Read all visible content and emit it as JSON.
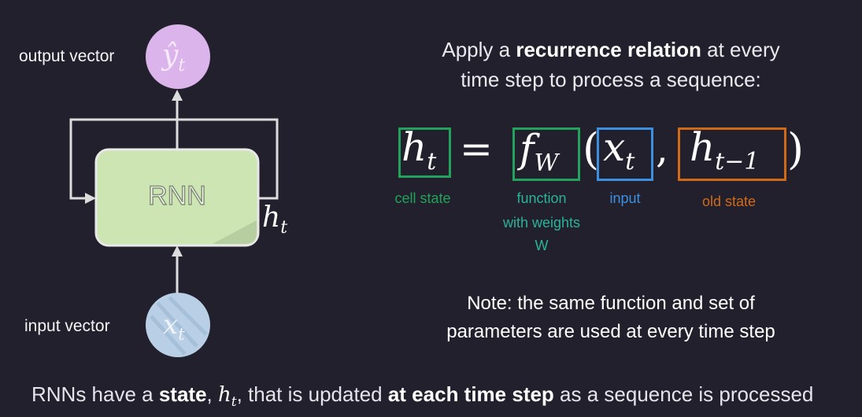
{
  "diagram": {
    "output_label": "output vector",
    "input_label": "input vector",
    "rnn_label": "RNN",
    "output_symbol": "ŷ",
    "output_sub": "t",
    "input_symbol": "x",
    "input_sub": "t",
    "state_symbol": "h",
    "state_sub": "t"
  },
  "heading": {
    "line1_pre": "Apply a ",
    "line1_bold": "recurrence relation",
    "line1_post": " at every",
    "line2": "time step to process a sequence:"
  },
  "equation": {
    "h": "h",
    "h_sub": "t",
    "equals": "=",
    "f": "f",
    "f_sub": "W",
    "open_paren": "(",
    "x": "x",
    "x_sub": "t",
    "comma": ",",
    "hprev": "h",
    "hprev_sub": "t−1",
    "close_paren": ")",
    "captions": {
      "cell_state": "cell state",
      "function_line1": "function",
      "function_line2": "with weights",
      "function_line3": "W",
      "input": "input",
      "old_state": "old state"
    },
    "colors": {
      "green": "#22a25a",
      "teal": "#2bb39a",
      "blue": "#3d8fe0",
      "orange": "#d06a19"
    }
  },
  "note": {
    "line1": "Note: the same function and set of",
    "line2": "parameters are used at every time step"
  },
  "footer": {
    "pre": "RNNs have a ",
    "bold1": "state",
    "mid1": ", ",
    "sym": "h",
    "sym_sub": "t",
    "mid2": ", that is updated ",
    "bold2": "at each time step",
    "post": " as a sequence is processed"
  }
}
